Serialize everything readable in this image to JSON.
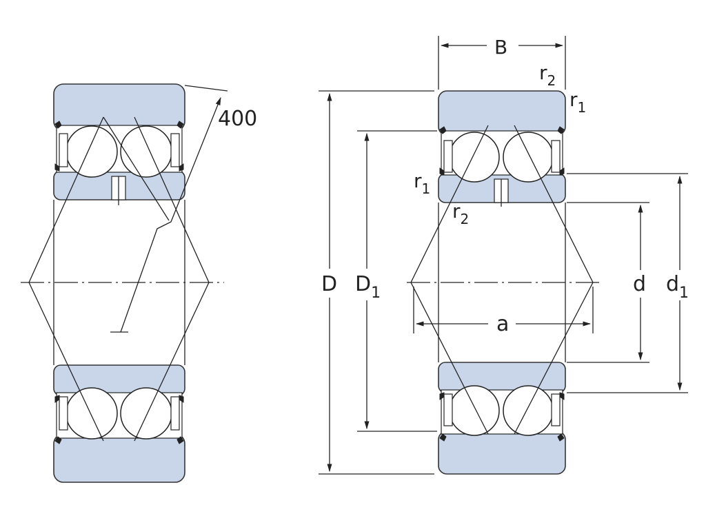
{
  "left_view": {
    "radius_annotation": "400"
  },
  "right_view": {
    "labels": {
      "B": "B",
      "r2_top": "r",
      "r2_top_sub": "2",
      "r1_top": "r",
      "r1_top_sub": "1",
      "r1_left": "r",
      "r1_left_sub": "1",
      "r2_left": "r",
      "r2_left_sub": "2",
      "D": "D",
      "D1": "D",
      "D1_sub": "1",
      "d": "d",
      "d1": "d",
      "d1_sub": "1",
      "a": "a"
    }
  },
  "colors": {
    "ring_fill": "#c9d6ea",
    "line": "#222222",
    "background": "#ffffff"
  }
}
